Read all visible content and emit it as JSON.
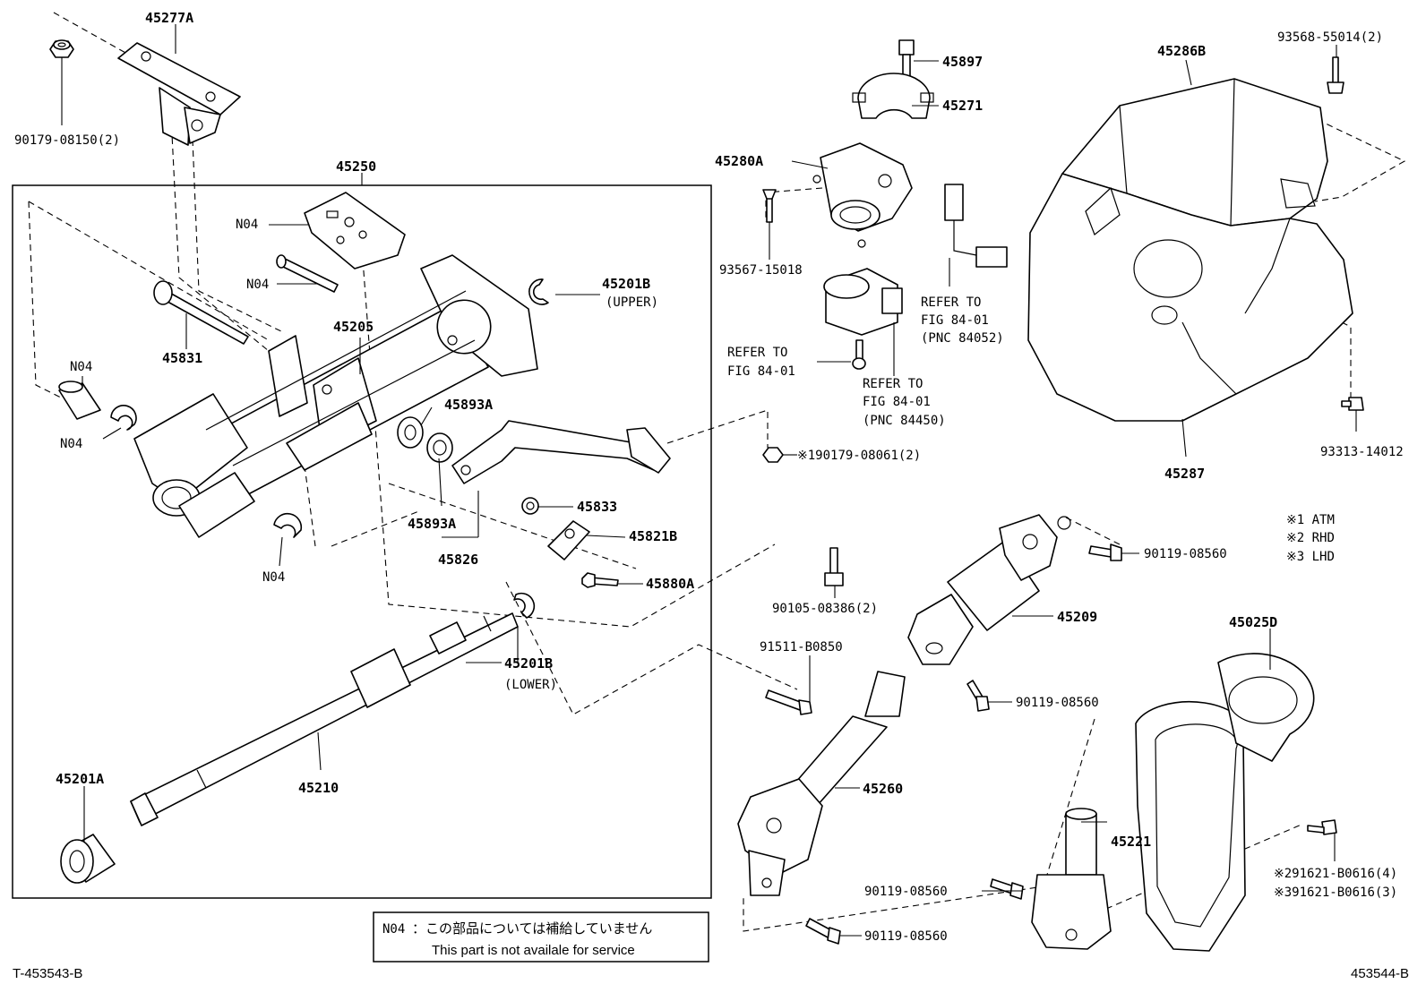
{
  "figure_id_left": "T-453543-B",
  "figure_id_right": "453544-B",
  "parts": {
    "p45277A": "45277A",
    "p90179_08150": "90179-08150(2)",
    "p45250": "45250",
    "p45205": "45205",
    "p45831": "45831",
    "p45201B_upper": "45201B",
    "upper_note": "(UPPER)",
    "p45893A_1": "45893A",
    "p45893A_2": "45893A",
    "p45826": "45826",
    "p45833": "45833",
    "p45821B": "45821B",
    "p45880A": "45880A",
    "p45201B_lower": "45201B",
    "lower_note": "(LOWER)",
    "p45210": "45210",
    "p45201A": "45201A",
    "p45897": "45897",
    "p45271": "45271",
    "p45280A": "45280A",
    "p93567_15018": "93567-15018",
    "p90179_08061": "※190179-08061(2)",
    "p45286B": "45286B",
    "p93568_55014": "93568-55014(2)",
    "p45287": "45287",
    "p93313_14012": "93313-14012",
    "p90119_08560_a": "90119-08560",
    "p45209": "45209",
    "p90105_08386": "90105-08386(2)",
    "p91511_B0850": "91511-B0850",
    "p90119_08560_b": "90119-08560",
    "p45260": "45260",
    "p45221": "45221",
    "p90119_08560_c": "90119-08560",
    "p90119_08560_d": "90119-08560",
    "p45025D": "45025D",
    "p91621_B0616_4": "※291621-B0616(4)",
    "p91621_B0616_3": "※391621-B0616(3)"
  },
  "n04_labels": [
    "N04",
    "N04",
    "N04",
    "N04",
    "N04"
  ],
  "refer_notes": {
    "r1_line1": "REFER TO",
    "r1_line2": "FIG 84-01",
    "r1_line3": "(PNC 84052)",
    "r2_line1": "REFER TO",
    "r2_line2": "FIG 84-01",
    "r3_line1": "REFER TO",
    "r3_line2": "FIG 84-01",
    "r3_line3": "(PNC 84450)"
  },
  "legend": {
    "atm": "※1 ATM",
    "rhd": "※2 RHD",
    "lhd": "※3 LHD"
  },
  "note_box": {
    "code": "N04",
    "japanese": "：この部品については補給していません",
    "english": "This part is not availale for service"
  }
}
